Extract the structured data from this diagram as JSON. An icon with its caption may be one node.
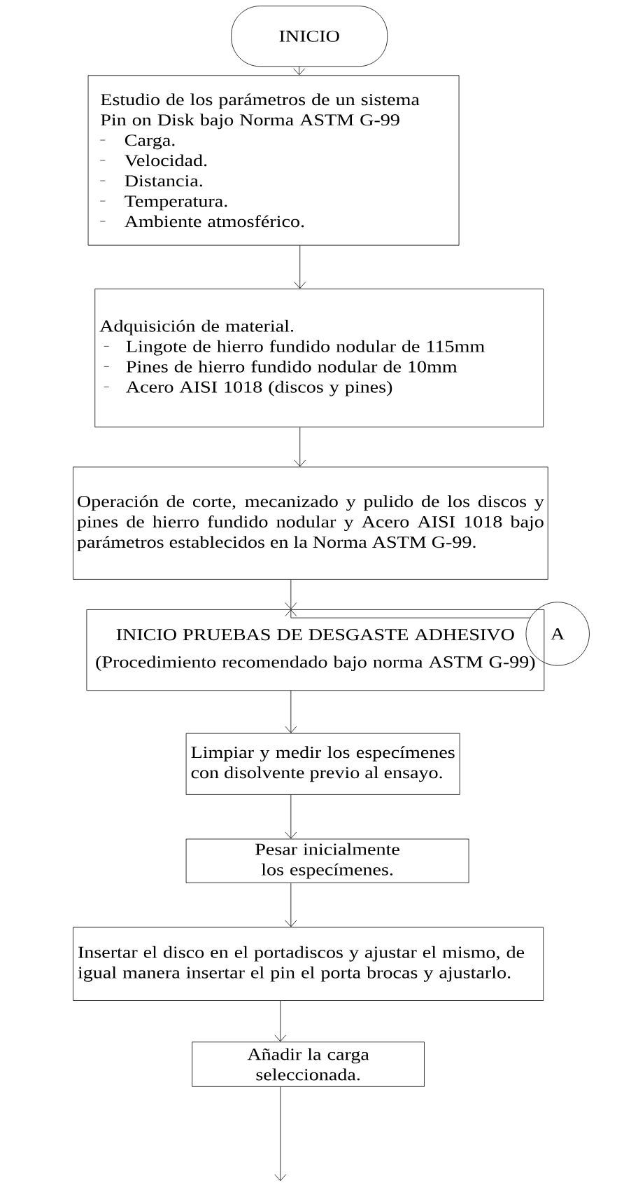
{
  "diagram": {
    "nodes": [
      {
        "text": [
          "INICIO"
        ]
      },
      {
        "text": [
          "Estudio de los parámetros de un sistema Pin on Disk bajo Norma ASTM G-99",
          "Carga.",
          "Velocidad.",
          "Distancia.",
          "Temperatura.",
          "Ambiente atmosférico."
        ]
      },
      {
        "text": [
          "Adquisición de material.",
          "Lingote de hierro fundido nodular de 115mm",
          "Pines de hierro fundido nodular de 10mm",
          "Acero AISI 1018 (discos y pines)"
        ]
      },
      {
        "text": [
          "Operación de corte, mecanizado y pulido de los discos y pines de hierro fundido nodular y Acero AISI 1018 bajo parámetros establecidos en la Norma ASTM G-99."
        ]
      },
      {
        "text": [
          "A"
        ]
      },
      {
        "text": [
          "INICIO PRUEBAS DE DESGASTE ADHESIVO",
          "(Procedimiento recomendado bajo norma ASTM G-99)"
        ]
      },
      {
        "text": [
          "Limpiar y medir los especímenes con disolvente previo al ensayo."
        ]
      },
      {
        "text": [
          "Pesar inicialmente los especímenes."
        ]
      },
      {
        "text": [
          "Insertar el disco en el portadiscos y ajustar el mismo, de igual manera insertar el pin el porta brocas y ajustarlo."
        ]
      },
      {
        "text": [
          "Añadir la carga seleccionada."
        ]
      }
    ],
    "edges": [
      {
        "from": 0,
        "to": 1,
        "arrow": "to"
      },
      {
        "from": 1,
        "to": 2,
        "arrow": "to"
      },
      {
        "from": 2,
        "to": 3,
        "arrow": "to"
      },
      {
        "from": 3,
        "to": 5,
        "arrow": "to"
      },
      {
        "from": 4,
        "to": 5,
        "arrow": "to"
      },
      {
        "from": 5,
        "to": 6,
        "arrow": "to"
      },
      {
        "from": 6,
        "to": 7,
        "arrow": "to"
      },
      {
        "from": 7,
        "to": 8,
        "arrow": "to"
      },
      {
        "from": 8,
        "to": 9,
        "arrow": "to"
      },
      {
        "from": 9,
        "to": null,
        "arrow": "to"
      }
    ]
  }
}
